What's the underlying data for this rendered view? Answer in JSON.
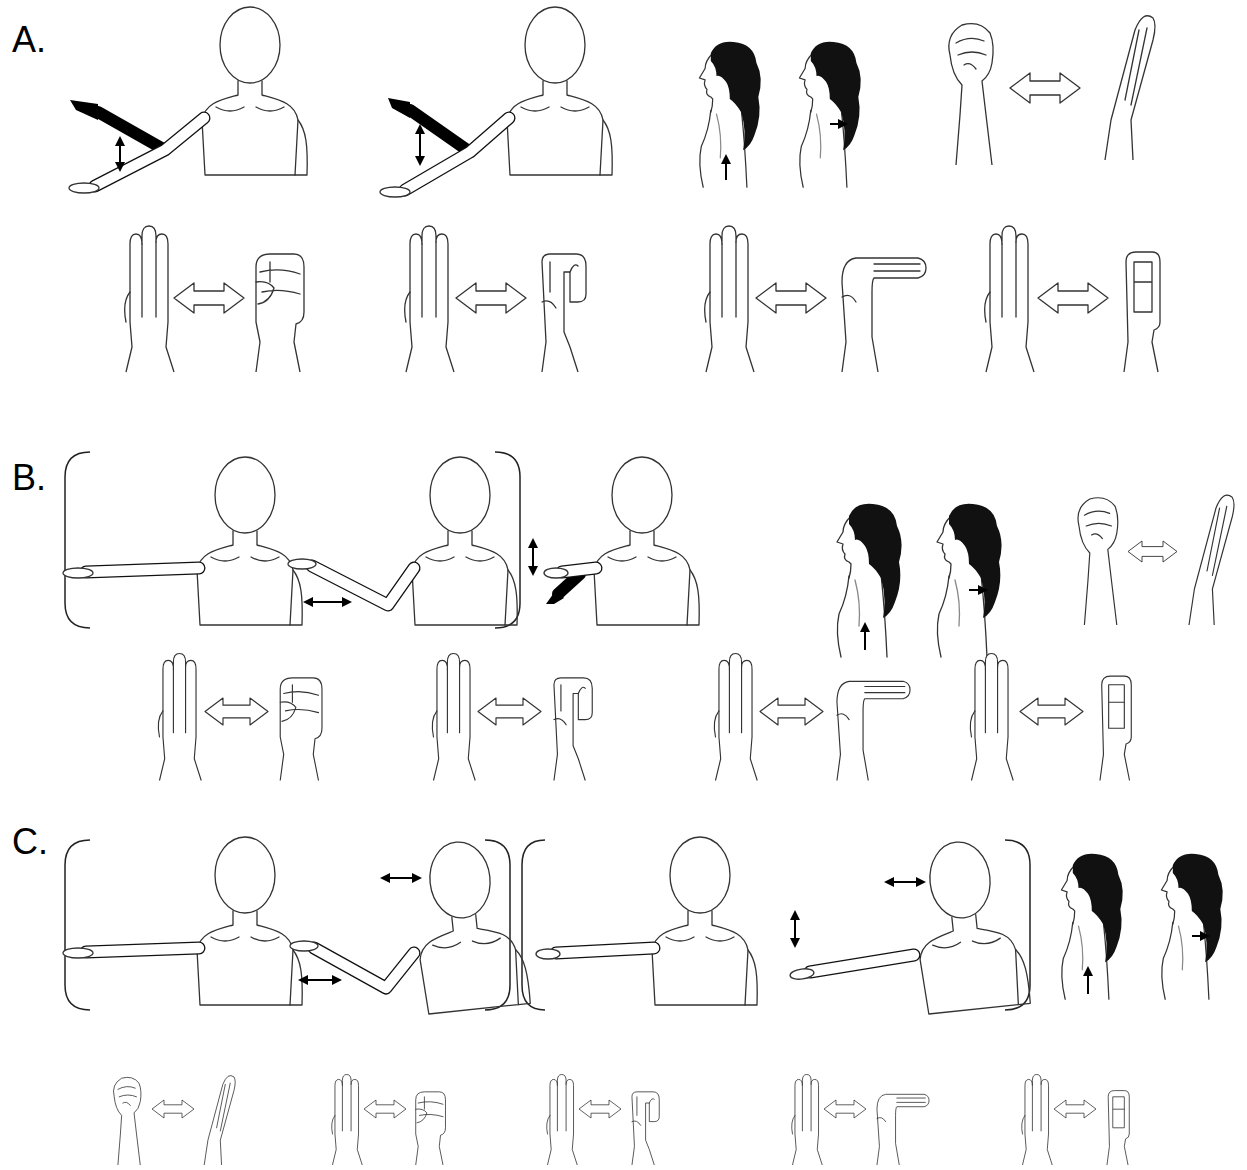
{
  "diagram": {
    "labels": [
      "A.",
      "B.",
      "C."
    ]
  }
}
